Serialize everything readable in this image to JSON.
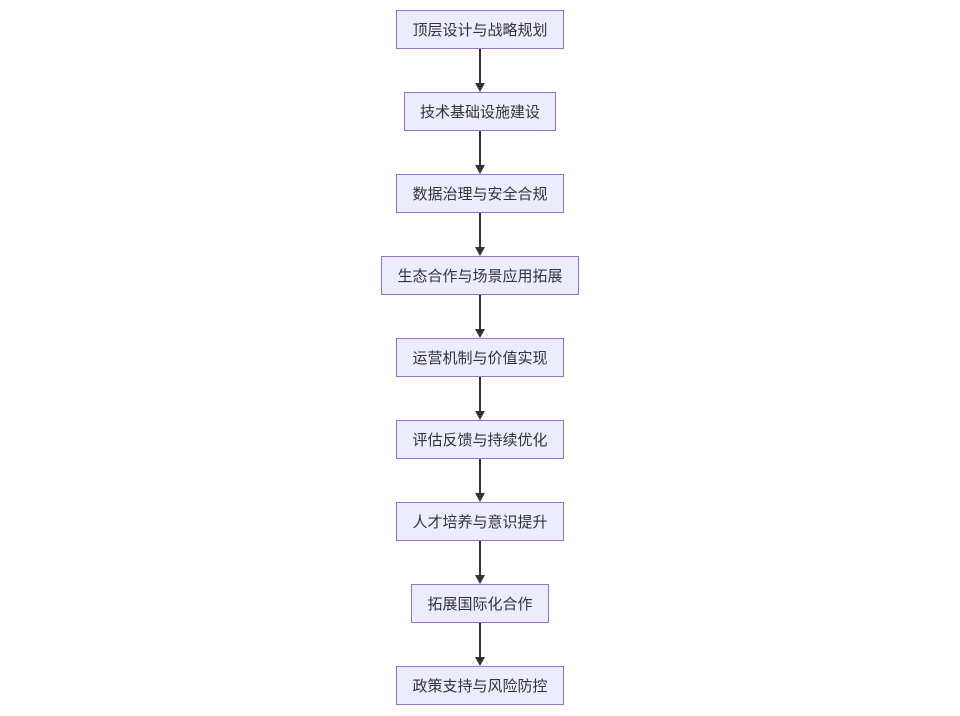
{
  "diagram": {
    "type": "flowchart",
    "direction": "top-down",
    "nodes": [
      {
        "id": "n1",
        "label": "顶层设计与战略规划"
      },
      {
        "id": "n2",
        "label": "技术基础设施建设"
      },
      {
        "id": "n3",
        "label": "数据治理与安全合规"
      },
      {
        "id": "n4",
        "label": "生态合作与场景应用拓展"
      },
      {
        "id": "n5",
        "label": "运营机制与价值实现"
      },
      {
        "id": "n6",
        "label": "评估反馈与持续优化"
      },
      {
        "id": "n7",
        "label": "人才培养与意识提升"
      },
      {
        "id": "n8",
        "label": "拓展国际化合作"
      },
      {
        "id": "n9",
        "label": "政策支持与风险防控"
      }
    ],
    "edges": [
      {
        "from": "n1",
        "to": "n2"
      },
      {
        "from": "n2",
        "to": "n3"
      },
      {
        "from": "n3",
        "to": "n4"
      },
      {
        "from": "n4",
        "to": "n5"
      },
      {
        "from": "n5",
        "to": "n6"
      },
      {
        "from": "n6",
        "to": "n7"
      },
      {
        "from": "n7",
        "to": "n8"
      },
      {
        "from": "n8",
        "to": "n9"
      }
    ],
    "colors": {
      "node_fill": "#ECECFF",
      "node_border": "#9370DB",
      "arrow": "#333333",
      "text": "#333333",
      "background": "#FFFFFF"
    }
  }
}
